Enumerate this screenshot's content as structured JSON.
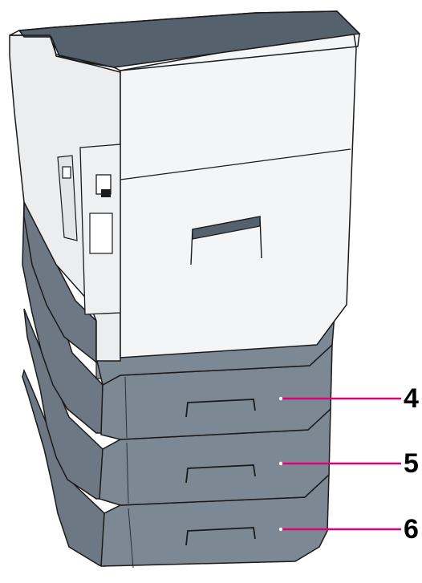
{
  "callouts": [
    {
      "label": "4",
      "target": "cassette-tray-4"
    },
    {
      "label": "5",
      "target": "cassette-tray-5"
    },
    {
      "label": "6",
      "target": "cassette-tray-6"
    }
  ],
  "colors": {
    "callout_line": "#e0007a",
    "printer_body": "#f4f5f6",
    "printer_side": "#ebedef",
    "printer_top": "#56616e",
    "cassette": "#7c8894",
    "cassette_side": "#6d7884",
    "outline": "#1a1a1a"
  }
}
